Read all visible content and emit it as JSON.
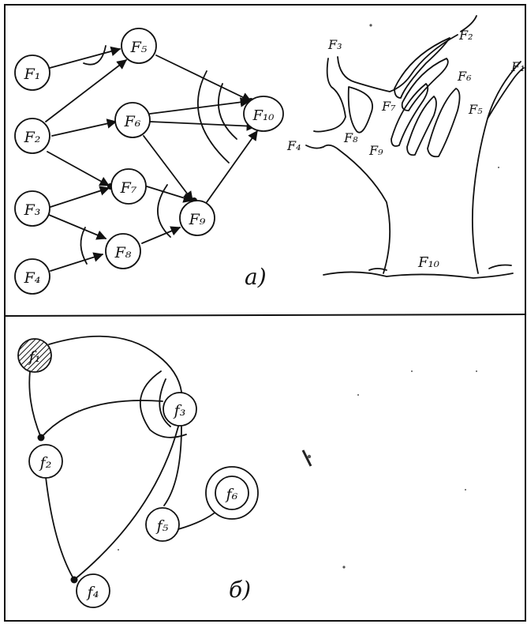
{
  "panel_a": {
    "caption": "а)",
    "nodes": [
      {
        "id": "F1",
        "label": "F₁"
      },
      {
        "id": "F2",
        "label": "F₂"
      },
      {
        "id": "F3",
        "label": "F₃"
      },
      {
        "id": "F4",
        "label": "F₄"
      },
      {
        "id": "F5",
        "label": "F₅"
      },
      {
        "id": "F6",
        "label": "F₆"
      },
      {
        "id": "F7",
        "label": "F₇"
      },
      {
        "id": "F8",
        "label": "F₈"
      },
      {
        "id": "F9",
        "label": "F₉"
      },
      {
        "id": "F10",
        "label": "F₁₀"
      }
    ],
    "edges": [
      [
        "F1",
        "F5"
      ],
      [
        "F2",
        "F5"
      ],
      [
        "F2",
        "F6"
      ],
      [
        "F2",
        "F7"
      ],
      [
        "F3",
        "F7"
      ],
      [
        "F3",
        "F8"
      ],
      [
        "F4",
        "F8"
      ],
      [
        "F5",
        "F10"
      ],
      [
        "F6",
        "F10"
      ],
      [
        "F6",
        "F10"
      ],
      [
        "F6",
        "F9"
      ],
      [
        "F7",
        "F9"
      ],
      [
        "F8",
        "F9"
      ],
      [
        "F9",
        "F10"
      ]
    ]
  },
  "tree": {
    "labels": [
      "F₁",
      "F₂",
      "F₃",
      "F₄",
      "F₅",
      "F₆",
      "F₇",
      "F₈",
      "F₉",
      "F₁₀"
    ]
  },
  "panel_b": {
    "caption": "б)",
    "nodes": [
      {
        "id": "f1",
        "label": "f₁"
      },
      {
        "id": "f2",
        "label": "f₂"
      },
      {
        "id": "f3",
        "label": "f₃"
      },
      {
        "id": "f4",
        "label": "f₄"
      },
      {
        "id": "f5",
        "label": "f₅"
      },
      {
        "id": "f6",
        "label": "f₆"
      }
    ],
    "edges": [
      [
        "f1",
        "f3"
      ],
      [
        "f1",
        "f2"
      ],
      [
        "f2",
        "f3"
      ],
      [
        "f2",
        "f4"
      ],
      [
        "f3",
        "f4"
      ],
      [
        "f3",
        "f5"
      ],
      [
        "f5",
        "f6"
      ]
    ]
  }
}
